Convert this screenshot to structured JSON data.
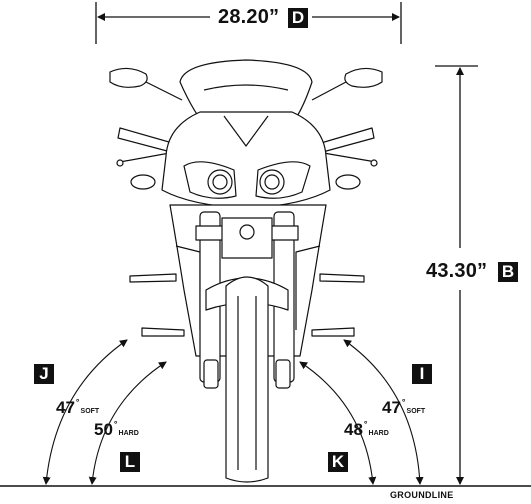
{
  "dimensions": {
    "width": {
      "value": "28.20”",
      "letter": "D"
    },
    "height": {
      "value": "43.30”",
      "letter": "B"
    }
  },
  "angles": {
    "J": {
      "letter": "J",
      "value": "47",
      "qualifier": "SOFT"
    },
    "L": {
      "letter": "L",
      "value": "50",
      "qualifier": "HARD"
    },
    "I": {
      "letter": "I",
      "value": "47",
      "qualifier": "SOFT"
    },
    "K": {
      "letter": "K",
      "value": "48",
      "qualifier": "HARD"
    },
    "degree_symbol": "°"
  },
  "groundline_label": "GROUNDLINE",
  "colors": {
    "ink": "#111111",
    "badge_bg": "#111111",
    "badge_text": "#ffffff",
    "background": "#ffffff"
  }
}
